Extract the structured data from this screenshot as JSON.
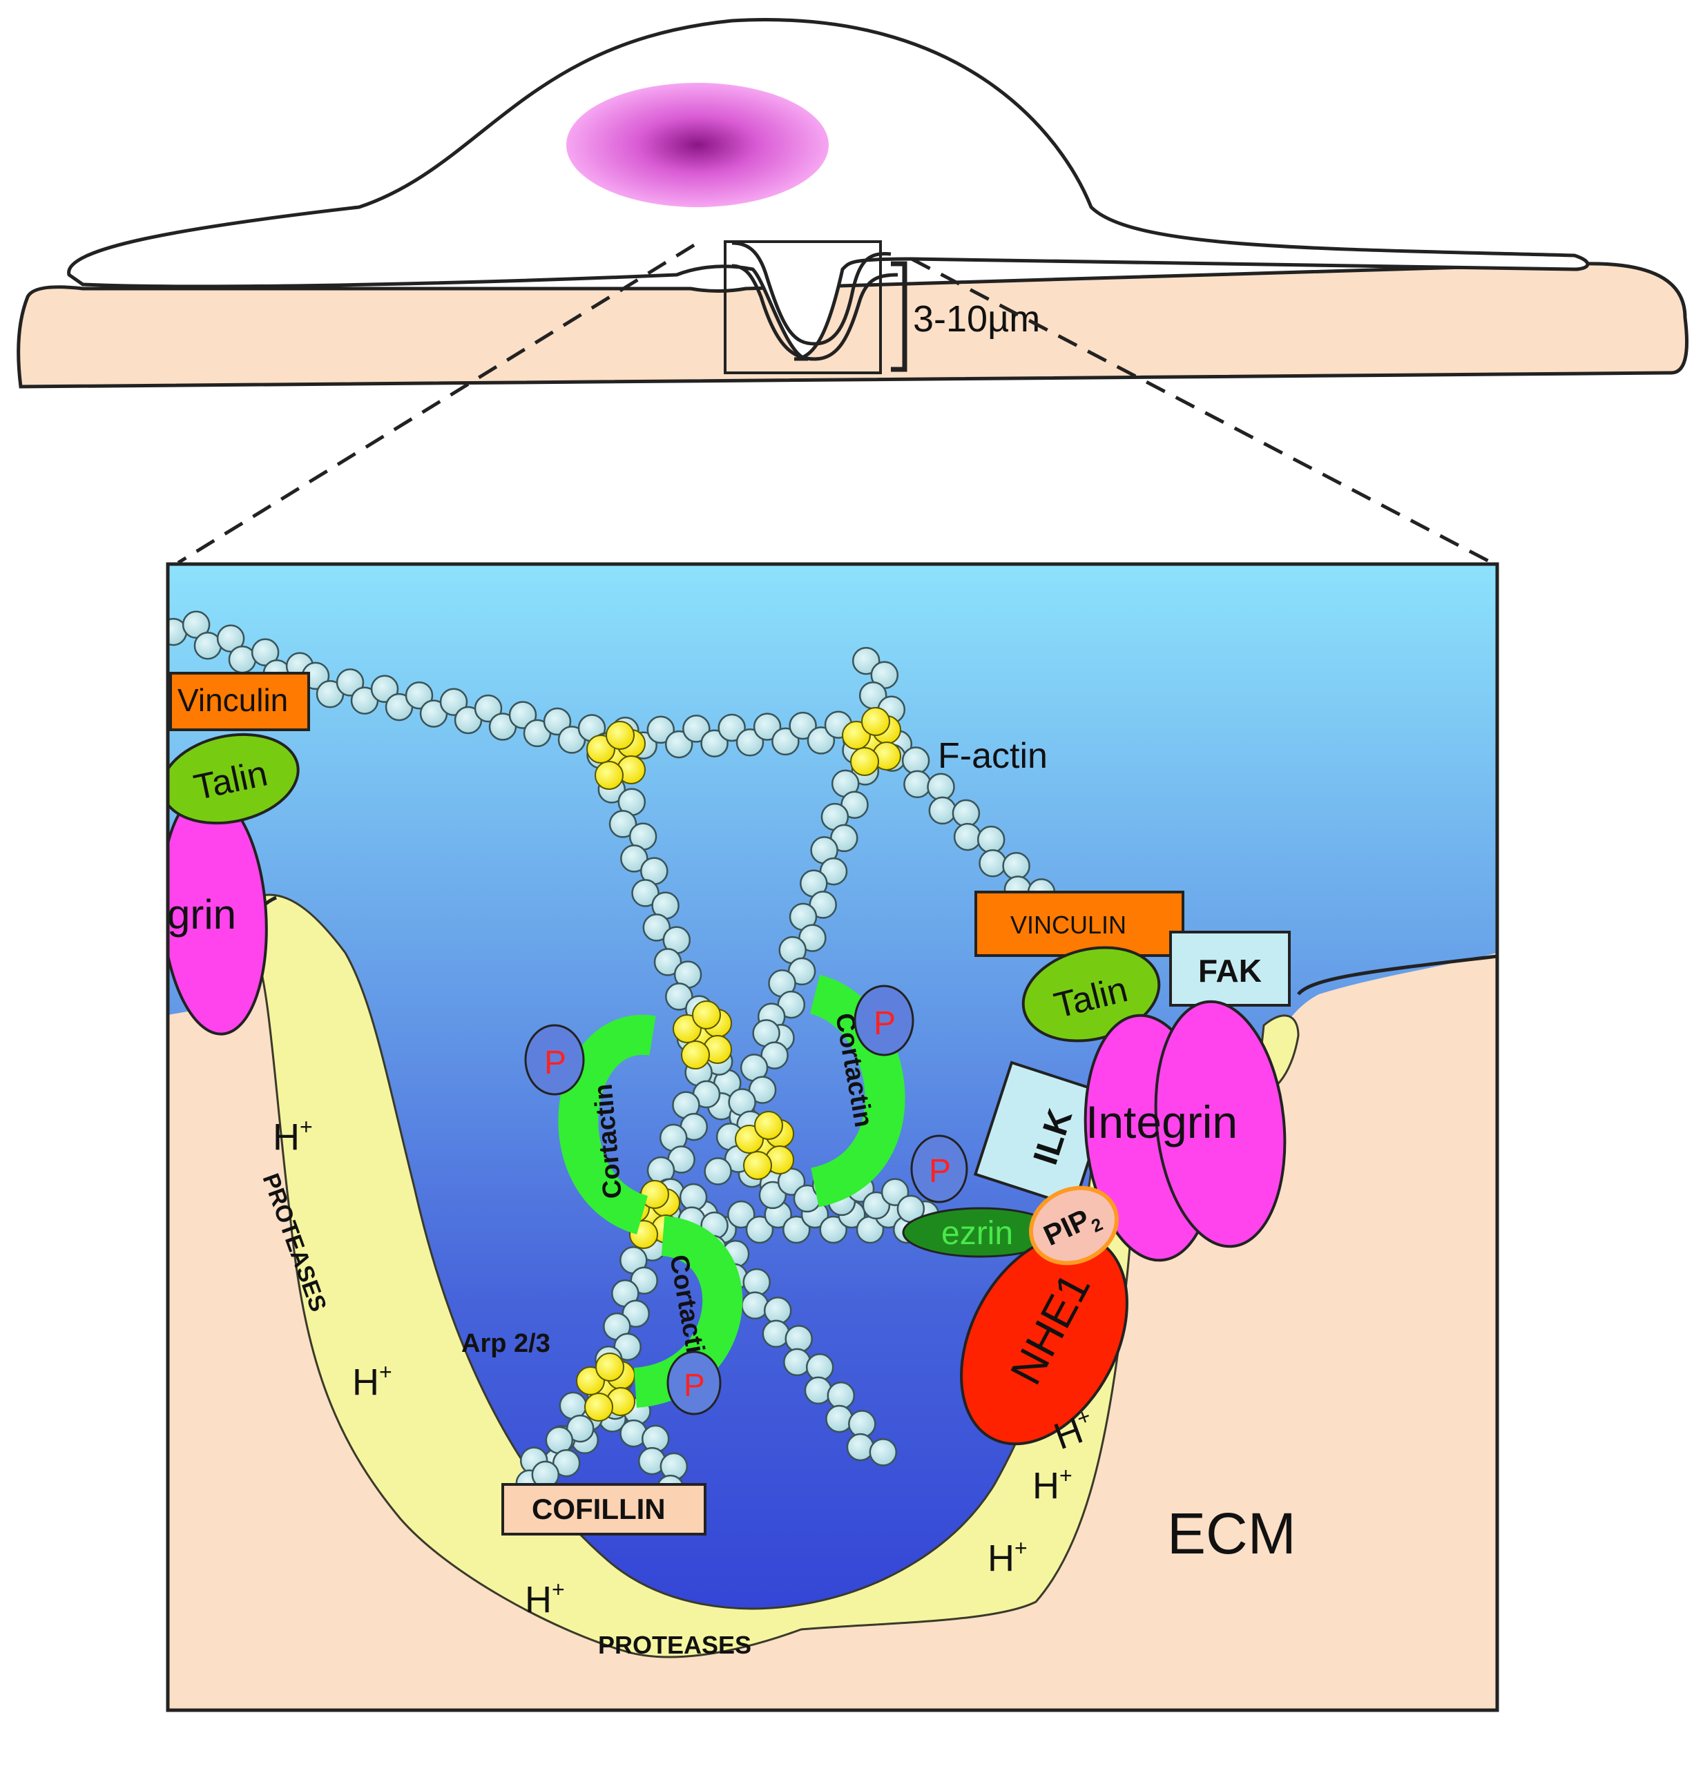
{
  "top_view": {
    "scale_label": "3-10µm"
  },
  "inset": {
    "proteins": {
      "vinculin_left": "Vinculin",
      "talin_left": "Talin",
      "integrin_left": "grin",
      "vinculin_right": "VINCULIN",
      "talin_right": "Talin",
      "fak": "FAK",
      "ilk": "ILK",
      "integrin_right": "Integrin",
      "ezrin": "ezrin",
      "pip2": "PIP",
      "pip2_sub": "2",
      "nhe1": "NHE1",
      "cortactin": "Cortactin",
      "cofilin": "COFILLIN",
      "arp": "Arp 2/3",
      "f_actin": "F-actin",
      "phospho": "P"
    },
    "ions": {
      "proton": "H",
      "proton_charge": "+",
      "proteases": "PROTEASES"
    },
    "ecm_label": "ECM"
  },
  "colors": {
    "ecm": "#fbdfc6",
    "protease_zone": "#f5f5a0",
    "cytoplasm_top": "#8de0fb",
    "cytoplasm_bottom": "#3344d6",
    "actin_bead": "#b6e0e6",
    "arp_bead": "#ffee22",
    "vinculin": "#ff7a00",
    "talin": "#77cc11",
    "integrin": "#ff44ee",
    "fak": "#c6ecf3",
    "ilk": "#c6ecf3",
    "ezrin": "#1e8a1e",
    "pip2": "#f8c2b2",
    "nhe1": "#ff2200",
    "cortactin": "#33ee33",
    "cofilin": "#fbd2b2",
    "phospho_text": "#ff2222",
    "nucleus": "#9a1a9a"
  }
}
